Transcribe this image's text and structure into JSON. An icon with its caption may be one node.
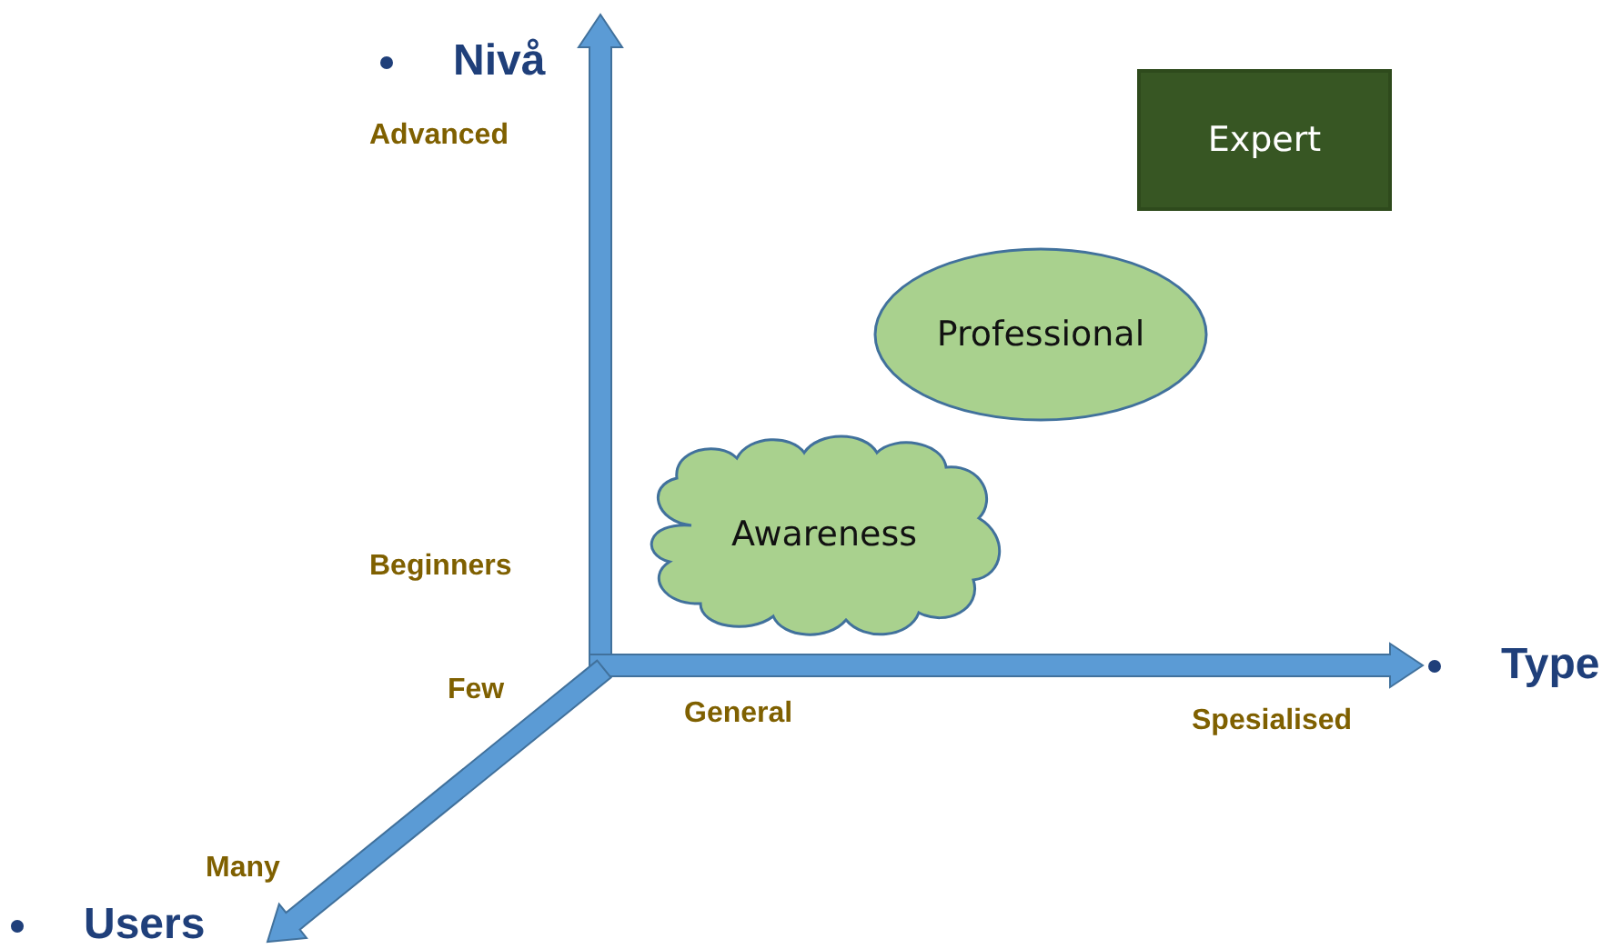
{
  "diagram": {
    "nodes": [
      {
        "text": [
          "Expert"
        ]
      },
      {
        "text": [
          "Professional"
        ]
      },
      {
        "text": [
          "Awareness"
        ]
      }
    ],
    "labels": [
      "Nivå",
      "Advanced",
      "Beginners",
      "Few",
      "General",
      "Type",
      "Spesialised",
      "Many",
      "Users"
    ]
  }
}
